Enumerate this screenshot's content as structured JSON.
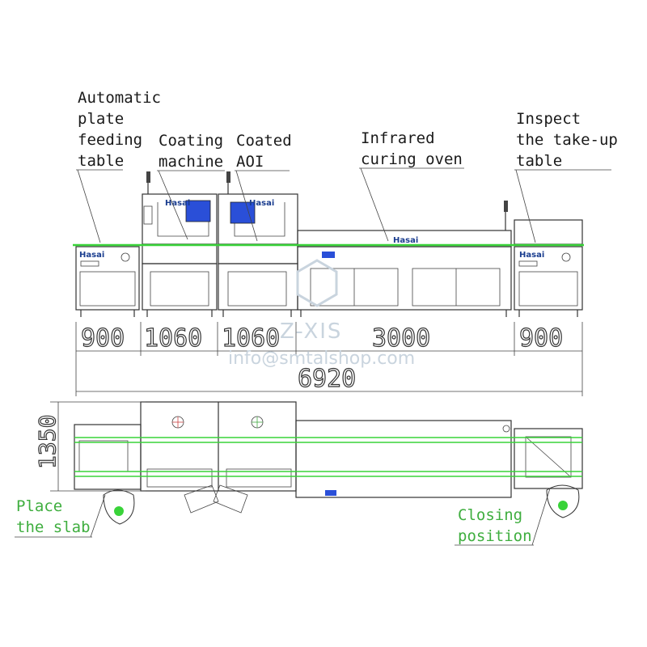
{
  "labels": {
    "feeding_table": [
      "Automatic",
      "plate",
      "feeding",
      "table"
    ],
    "coating_machine": [
      "Coating",
      "machine"
    ],
    "coated_aoi": [
      "Coated",
      "AOI"
    ],
    "curing_oven": [
      "Infrared",
      "curing oven"
    ],
    "takeup_table": [
      "Inspect",
      "the take-up",
      "table"
    ],
    "place_slab": [
      "Place",
      "the slab"
    ],
    "closing_position": [
      "Closing",
      "position"
    ]
  },
  "dimensions": {
    "segments": [
      "900",
      "1060",
      "1060",
      "3000",
      "900"
    ],
    "total": "6920",
    "width": "1350"
  },
  "watermark": {
    "logo": "Z-XIS",
    "email": "info@smtalshop.com"
  },
  "brand_label": "Hasai",
  "colors": {
    "conveyor_line": "#39d339",
    "screen_blue": "#2a4fd8",
    "label_green": "#3fae3f"
  }
}
